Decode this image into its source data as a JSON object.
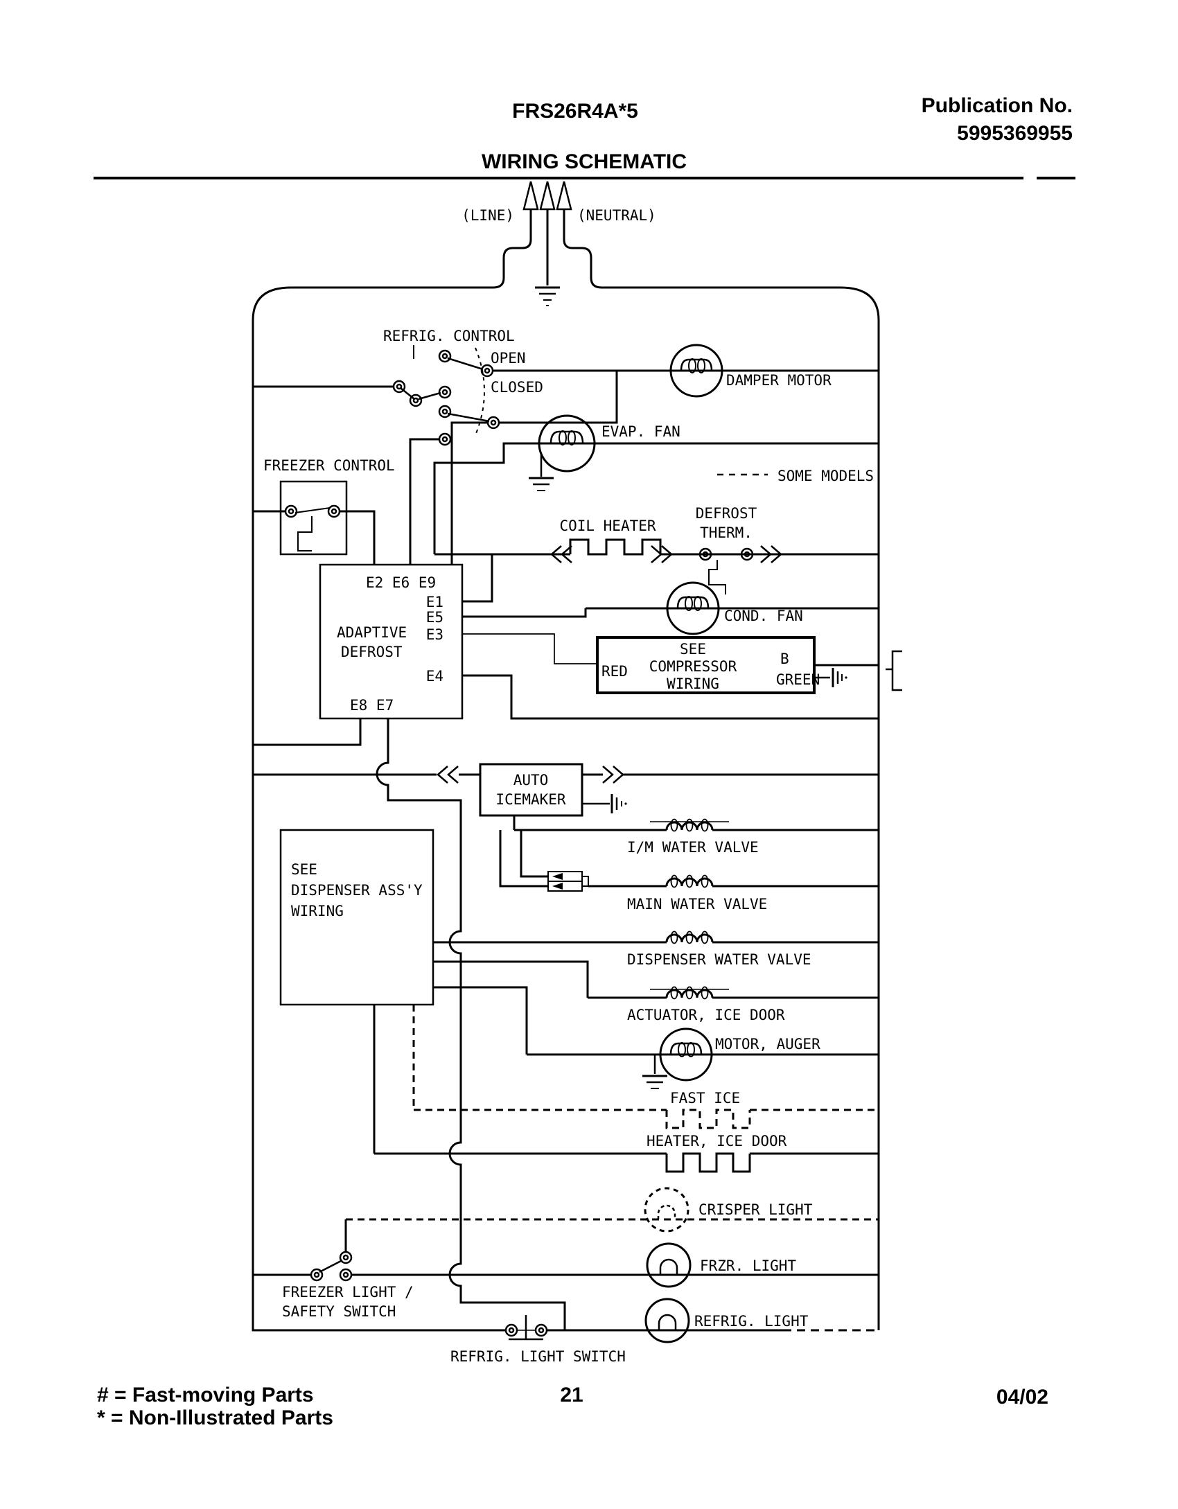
{
  "header": {
    "model": "FRS26R4A*5",
    "publication_label": "Publication No.",
    "publication_number": "5995369955",
    "title": "WIRING SCHEMATIC"
  },
  "power": {
    "line_label": "(LINE)",
    "neutral_label": "(NEUTRAL)"
  },
  "refrig_control": {
    "label": "REFRIG. CONTROL",
    "open": "OPEN",
    "closed": "CLOSED"
  },
  "freezer_control": {
    "label": "FREEZER CONTROL"
  },
  "components": {
    "damper_motor": "DAMPER MOTOR",
    "evap_fan": "EVAP. FAN",
    "some_models": "SOME MODELS",
    "coil_heater": "COIL HEATER",
    "defrost_therm_line1": "DEFROST",
    "defrost_therm_line2": "THERM.",
    "cond_fan": "COND. FAN"
  },
  "adaptive_defrost": {
    "line1": "ADAPTIVE",
    "line2": "DEFROST",
    "pins_top": "E2 E6 E9",
    "pin_e1": "E1",
    "pin_e5": "E5",
    "pin_e3": "E3",
    "pin_e4": "E4",
    "pins_bottom": "E8 E7"
  },
  "compressor_box": {
    "line1": "SEE",
    "line2": "COMPRESSOR",
    "line3": "WIRING",
    "red": "RED",
    "b": "B",
    "green": "GREEN"
  },
  "icemaker": {
    "line1": "AUTO",
    "line2": "ICEMAKER"
  },
  "dispenser_box": {
    "line1": "SEE",
    "line2": "DISPENSER ASS'Y",
    "line3": "WIRING"
  },
  "loads": {
    "im_water_valve": "I/M WATER VALVE",
    "main_water_valve": "MAIN WATER VALVE",
    "dispenser_water_valve": "DISPENSER WATER VALVE",
    "actuator_ice_door": "ACTUATOR, ICE DOOR",
    "motor_auger": "MOTOR, AUGER",
    "fast_ice": "FAST ICE",
    "heater_ice_door": "HEATER, ICE DOOR",
    "crisper_light": "CRISPER LIGHT",
    "frzr_light": "FRZR. LIGHT",
    "refrig_light": "REFRIG. LIGHT"
  },
  "switches": {
    "freezer_light_line1": "FREEZER LIGHT /",
    "freezer_light_line2": "SAFETY SWITCH",
    "refrig_light_switch": "REFRIG. LIGHT SWITCH"
  },
  "footer": {
    "fast_moving": "# = Fast-moving Parts",
    "non_illustrated": "* = Non-Illustrated Parts",
    "page_number": "21",
    "date": "04/02"
  },
  "colors": {
    "ink": "#000000",
    "paper": "#ffffff"
  }
}
